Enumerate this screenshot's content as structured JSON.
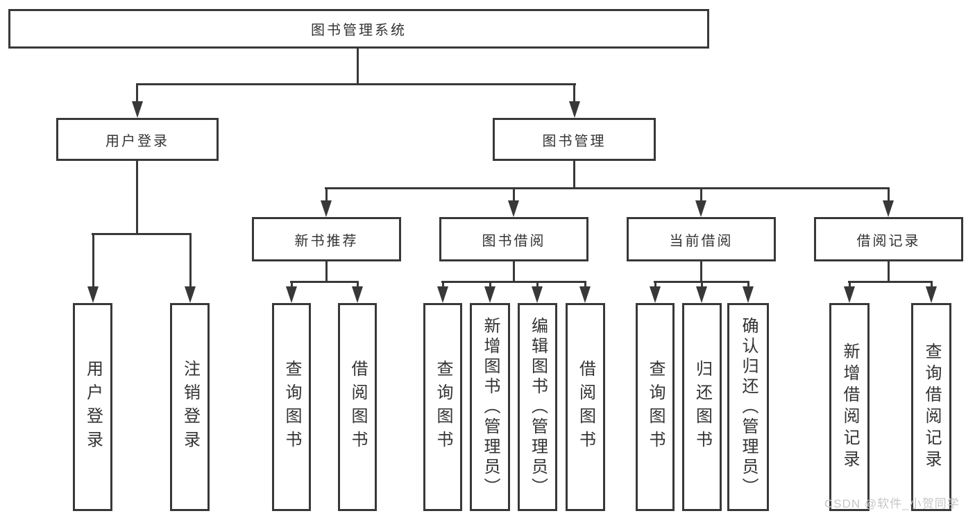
{
  "diagram": {
    "title": "图书管理系统",
    "root": {
      "label": "图书管理系统"
    },
    "level2": [
      {
        "label": "用户登录",
        "parent": "图书管理系统"
      },
      {
        "label": "图书管理",
        "parent": "图书管理系统"
      }
    ],
    "level3": [
      {
        "label": "新书推荐",
        "parent": "图书管理"
      },
      {
        "label": "图书借阅",
        "parent": "图书管理"
      },
      {
        "label": "当前借阅",
        "parent": "图书管理"
      },
      {
        "label": "借阅记录",
        "parent": "图书管理"
      }
    ],
    "leaves": [
      {
        "label": "用户登录",
        "parent": "用户登录"
      },
      {
        "label": "注销登录",
        "parent": "用户登录"
      },
      {
        "label": "查询图书",
        "parent": "新书推荐"
      },
      {
        "label": "借阅图书",
        "parent": "新书推荐"
      },
      {
        "label": "查询图书",
        "parent": "图书借阅"
      },
      {
        "label": "新增图书（管理员）",
        "parent": "图书借阅"
      },
      {
        "label": "编辑图书（管理员）",
        "parent": "图书借阅"
      },
      {
        "label": "借阅图书",
        "parent": "图书借阅"
      },
      {
        "label": "查询图书",
        "parent": "当前借阅"
      },
      {
        "label": "归还图书",
        "parent": "当前借阅"
      },
      {
        "label": "确认归还（管理员）",
        "parent": "当前借阅"
      },
      {
        "label": "新增借阅记录",
        "parent": "借阅记录"
      },
      {
        "label": "查询借阅记录",
        "parent": "借阅记录"
      }
    ],
    "watermark": "CSDN @软件_小贺同学",
    "colors": {
      "line": "#383838",
      "box_border": "#383838",
      "text": "#333333",
      "background": "#ffffff",
      "watermark": "#c6c6c6"
    }
  }
}
